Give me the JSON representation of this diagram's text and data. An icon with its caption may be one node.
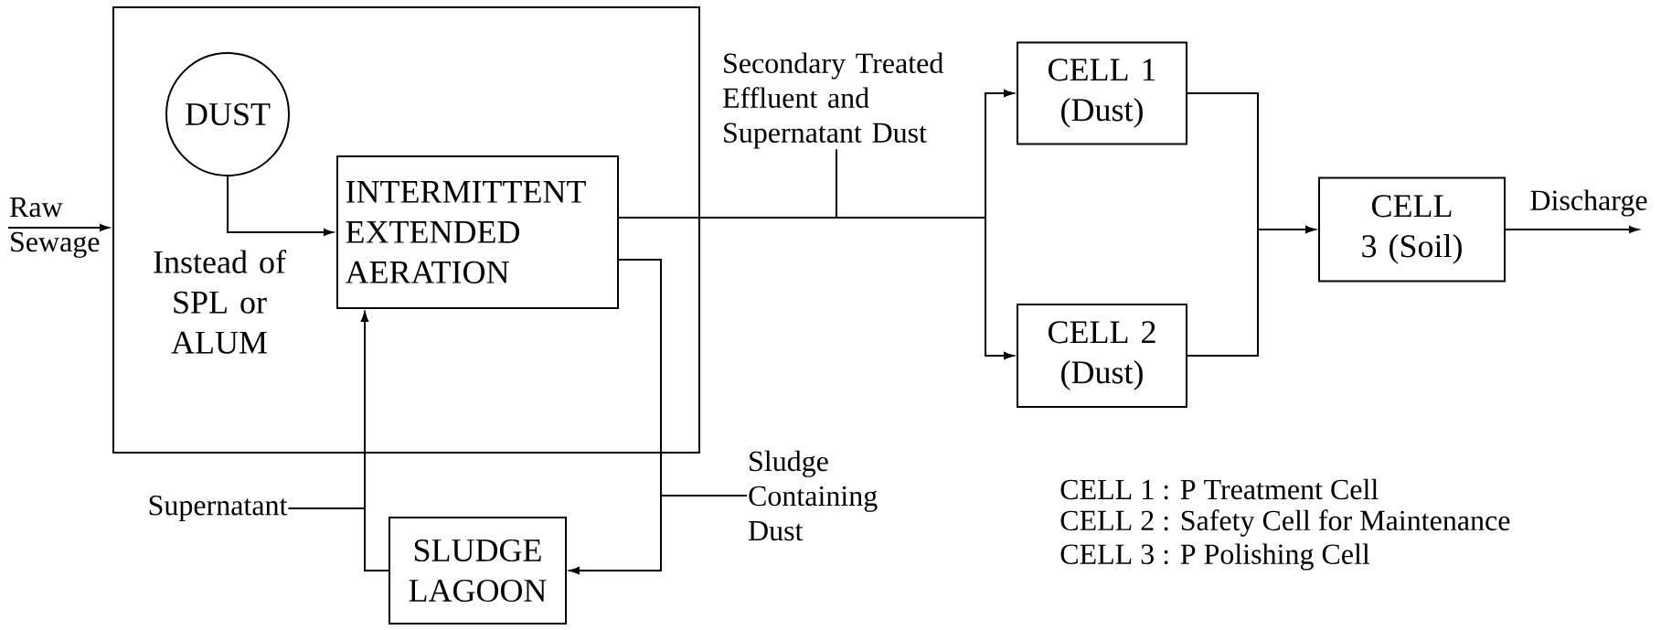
{
  "diagram": {
    "nodes": [
      {
        "text": [],
        "shape": "box"
      },
      {
        "text": [
          "DUST"
        ],
        "in": 0
      },
      {
        "text": [
          "INTERMITTENT EXTENDED AERATION"
        ],
        "in": 0
      },
      {
        "text": [
          "SLUDGE LAGOON"
        ]
      },
      {
        "text": [
          "Raw Sewage"
        ]
      },
      {
        "text": [
          "Supernatant"
        ]
      },
      {
        "text": [
          "Sludge Containing Dust"
        ]
      },
      {
        "text": [
          "Secondary Treated Effluent and Supernatant Dust"
        ]
      },
      {
        "text": [
          "CELL 1 (Dust)"
        ]
      },
      {
        "text": [
          "CELL 2 (Dust)"
        ]
      },
      {
        "text": [
          "CELL 3 (Soil)"
        ]
      }
    ],
    "edges": [
      {
        "from": 4,
        "to": 0,
        "arrow": "to"
      },
      {
        "from": 1,
        "to": 2,
        "arrow": "to"
      },
      {
        "from": 2,
        "to": 8,
        "arrow": "to"
      },
      {
        "from": 2,
        "to": 9,
        "arrow": "to"
      },
      {
        "from": 7,
        "to": 8,
        "arrow": "to"
      },
      {
        "from": 7,
        "to": 9,
        "arrow": "to"
      },
      {
        "from": 3,
        "to": 2,
        "arrow": "to"
      },
      {
        "from": 5,
        "to": 2,
        "arrow": "to"
      },
      {
        "from": 2,
        "to": 3,
        "arrow": "to"
      },
      {
        "from": 6,
        "to": 3,
        "arrow": "to"
      },
      {
        "from": 8,
        "to": 10,
        "arrow": "to"
      },
      {
        "from": 9,
        "to": 10,
        "arrow": "to"
      },
      {
        "from": 10,
        "to": null,
        "arrow": "to",
        "label": "Discharge"
      }
    ],
    "labels": [
      "Instead of SPL or ALUM",
      "CELL 1 : P Treatment Cell",
      "CELL 2 : Safety Cell for Maintenance",
      "CELL 3 : P Polishing  Cell"
    ]
  }
}
